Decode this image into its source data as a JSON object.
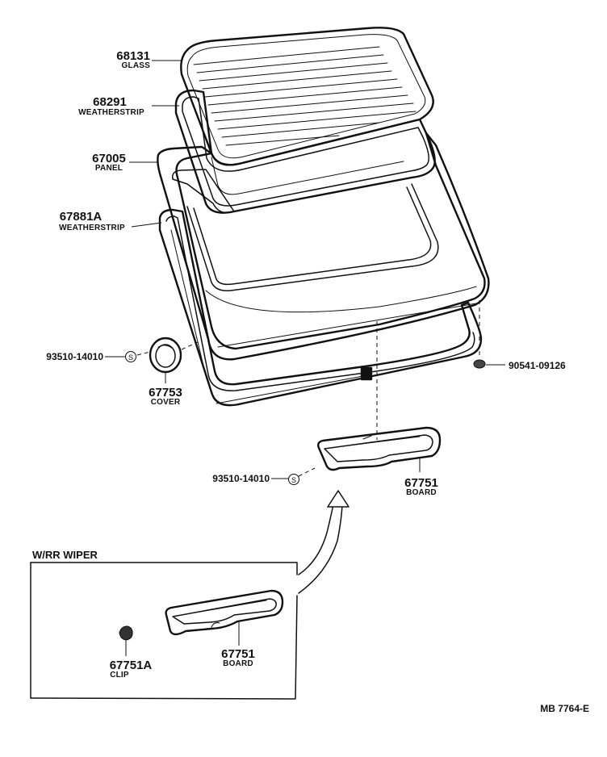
{
  "parts": {
    "glass": {
      "number": "68131",
      "name": "GLASS"
    },
    "weatherstrip_upper": {
      "number": "68291",
      "name": "WEATHERSTRIP"
    },
    "panel": {
      "number": "67005",
      "name": "PANEL"
    },
    "weatherstrip_lower": {
      "number": "67881A",
      "name": "WEATHERSTRIP"
    },
    "screw_left": {
      "number": "93510-14010",
      "symbol": "S"
    },
    "cover": {
      "number": "67753",
      "name": "COVER"
    },
    "clip_right": {
      "number": "90541-09126"
    },
    "screw_board": {
      "number": "93510-14010",
      "symbol": "S"
    },
    "board": {
      "number": "67751",
      "name": "BOARD"
    }
  },
  "inset": {
    "title": "W/RR  WIPER",
    "clip": {
      "number": "67751A",
      "name": "CLIP"
    },
    "board": {
      "number": "67751",
      "name": "BOARD"
    }
  },
  "footer": {
    "code": "MB  7764-E"
  }
}
